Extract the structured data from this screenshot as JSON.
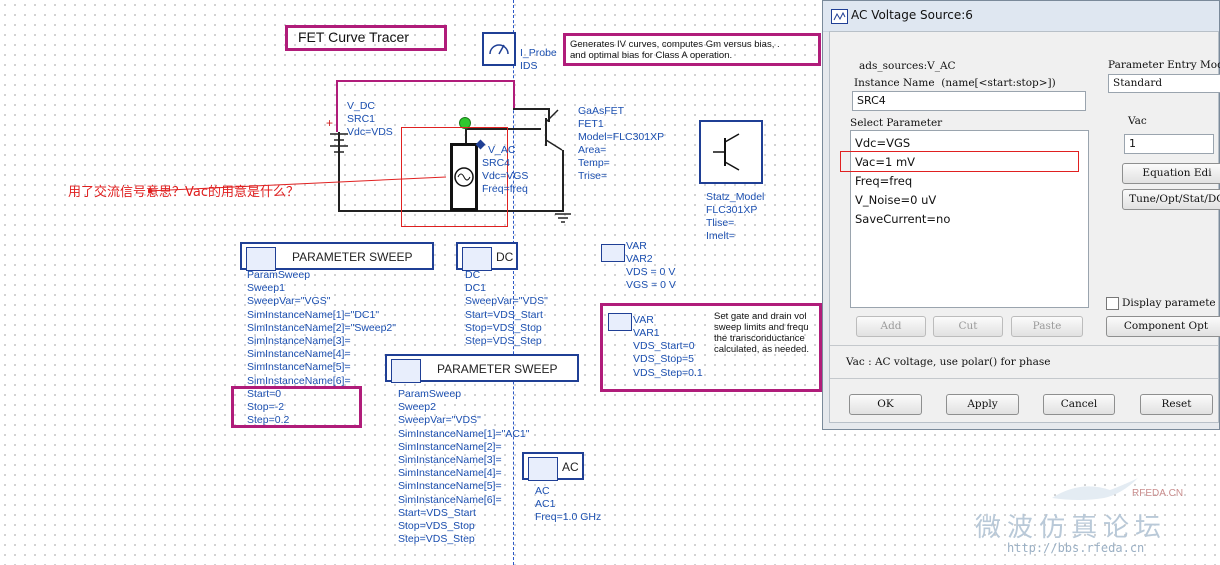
{
  "canvas": {
    "title_box": "FET Curve Tracer",
    "description": "Generates IV curves, computes Gm versus bias, .\nand optimal bias for Class A operation.",
    "probe": {
      "name": "I_Probe",
      "instance": "IDS"
    },
    "vdc": {
      "name": "V_DC",
      "instance": "SRC1",
      "value": "Vdc=VDS"
    },
    "vac": {
      "name": "V_AC",
      "instance": "SRC4",
      "vdc": "Vdc=VGS",
      "freq": "Freq=freq"
    },
    "fet": {
      "type": "GaAsFET",
      "instance": "FET1",
      "model": "Model=FLC301XP",
      "area": "Area=",
      "temp": "Temp=",
      "trise": "Trise="
    },
    "statz": {
      "type": "Statz_Model",
      "instance": "FLC301XP",
      "tlise": "Tlise=",
      "imelt": "Imelt="
    },
    "annotation": "用了交流信号意思？Vac的用意是什么？",
    "sweep1": {
      "header": "PARAMETER SWEEP",
      "lines": [
        "ParamSweep",
        "Sweep1",
        "SweepVar=\"VGS\"",
        "SimInstanceName[1]=\"DC1\"",
        "SimInstanceName[2]=\"Sweep2\"",
        "SimInstanceName[3]=",
        "SimInstanceName[4]=",
        "SimInstanceName[5]=",
        "SimInstanceName[6]=",
        "Start=0",
        "Stop=-2",
        "Step=0.2"
      ]
    },
    "dc": {
      "header": "DC",
      "lines": [
        "DC",
        "DC1",
        "SweepVar=\"VDS\"",
        "Start=VDS_Start",
        "Stop=VDS_Stop",
        "Step=VDS_Step"
      ]
    },
    "var2": {
      "header": "VAR",
      "lines": [
        "VAR2",
        "VDS = 0 V",
        "VGS = 0 V"
      ]
    },
    "var1": {
      "header": "VAR",
      "lines": [
        "VAR1",
        "VDS_Start=0",
        "VDS_Stop=5",
        "VDS_Step=0.1"
      ],
      "note": "Set gate and drain vol\nsweep limits and frequ\nthe transconductance\ncalculated, as needed."
    },
    "sweep2": {
      "header": "PARAMETER SWEEP",
      "lines": [
        "ParamSweep",
        "Sweep2",
        "SweepVar=\"VDS\"",
        "SimInstanceName[1]=\"AC1\"",
        "SimInstanceName[2]=",
        "SimInstanceName[3]=",
        "SimInstanceName[4]=",
        "SimInstanceName[5]=",
        "SimInstanceName[6]=",
        "Start=VDS_Start",
        "Stop=VDS_Stop",
        "Step=VDS_Step"
      ]
    },
    "ac": {
      "header": "AC",
      "lines": [
        "AC",
        "AC1",
        "Freq=1.0 GHz"
      ]
    }
  },
  "dialog": {
    "title": "AC Voltage Source:6",
    "component": "ads_sources:V_AC",
    "instance_label": "Instance Name  (name[<start:stop>])",
    "instance_value": "SRC4",
    "select_label": "Select Parameter",
    "params": [
      "Vdc=VGS",
      "Vac=1 mV",
      "Freq=freq",
      "V_Noise=0 uV",
      "SaveCurrent=no"
    ],
    "entry_mode_label": "Parameter Entry Mod",
    "entry_mode_value": "Standard",
    "vac_label": "Vac",
    "vac_value": "1",
    "equation_btn": "Equation Edi",
    "tune_btn": "Tune/Opt/Stat/DO",
    "display_label": "Display paramete",
    "component_btn": "Component Opt",
    "add": "Add",
    "cut": "Cut",
    "paste": "Paste",
    "help_text": "Vac : AC voltage, use polar() for phase",
    "ok": "OK",
    "apply": "Apply",
    "cancel": "Cancel",
    "reset": "Reset"
  },
  "watermark": {
    "brand": "RFEDA.CN",
    "text": "微波仿真论坛",
    "url": "http://bbs.rfeda.cn"
  }
}
